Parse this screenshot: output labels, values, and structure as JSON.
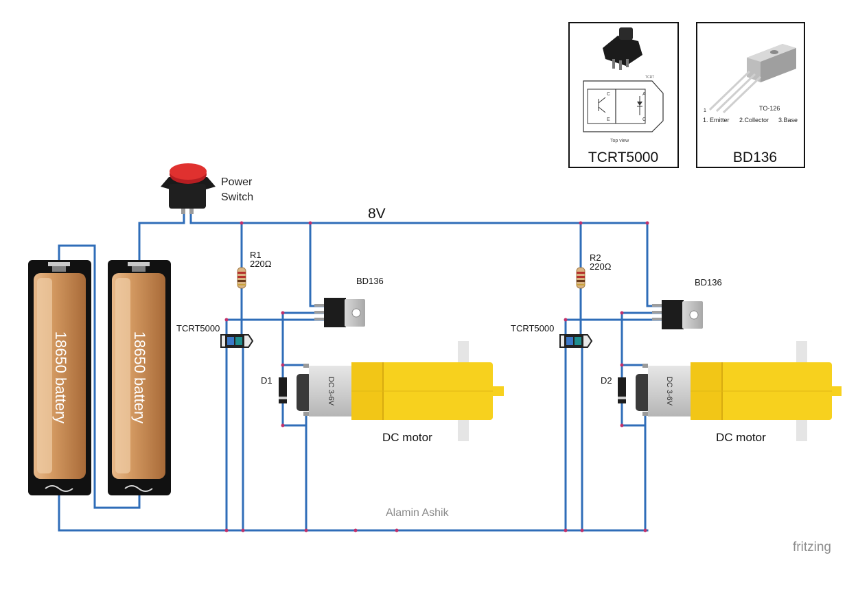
{
  "labels": {
    "power_switch_line1": "Power",
    "power_switch_line2": "Switch",
    "voltage": "8V",
    "r1_name": "R1",
    "r1_value": "220Ω",
    "r2_name": "R2",
    "r2_value": "220Ω",
    "bd136_left": "BD136",
    "bd136_right": "BD136",
    "tcrt_left": "TCRT5000",
    "tcrt_right": "TCRT5000",
    "d1": "D1",
    "d2": "D2",
    "motor_left": "DC motor",
    "motor_right": "DC motor",
    "battery_left": "18650 battery",
    "battery_right": "18650 battery",
    "author": "Alamin Ashik",
    "brand": "fritzing",
    "motor_body_text": "DC 3-6V"
  },
  "insets": {
    "tcrt": {
      "title": "TCRT5000",
      "pin_c": "C",
      "pin_e": "E",
      "pin_a": "A",
      "pin_k": "C",
      "top_view": "Top view",
      "tag": "TCRT"
    },
    "bd136": {
      "title": "BD136",
      "package": "TO-126",
      "pin_index": "1",
      "pin1": "1. Emitter",
      "pin2": "2.Collector",
      "pin3": "3.Base"
    }
  },
  "colors": {
    "wire": "#2f6db8",
    "node": "#c0306a",
    "battery_body": "#c98a4e",
    "motor_yellow": "#f7d11e",
    "switch_red": "#d7262b"
  }
}
